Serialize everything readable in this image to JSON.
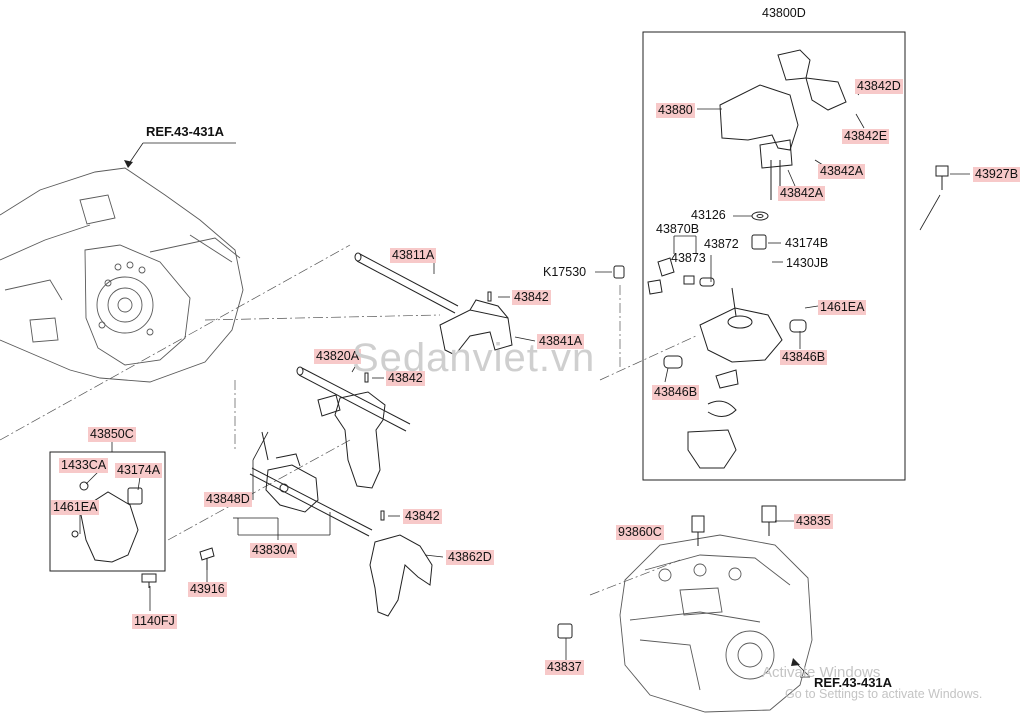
{
  "refs": [
    "REF.43-431A",
    "REF.43-431A"
  ],
  "labels": [
    "43800D",
    "43842D",
    "43880",
    "43842E",
    "43842A",
    "43842A",
    "43927B",
    "43126",
    "43870B",
    "43872",
    "43174B",
    "K17530",
    "43873",
    "1430JB",
    "43811A",
    "43842",
    "1461EA",
    "43841A",
    "43846B",
    "43820A",
    "43842",
    "43846B",
    "43850C",
    "1433CA",
    "43174A",
    "43848D",
    "1461EA",
    "43842",
    "43830A",
    "43862D",
    "93860C",
    "43835",
    "43916",
    "1140FJ",
    "43837"
  ],
  "watermark": "Sedanviet.vn",
  "windows_notice": {
    "title": "Activate Windows",
    "subtitle": "Go to Settings to activate Windows."
  },
  "colors": {
    "label_highlight": "#f7c9c9",
    "line": "#222222",
    "sketch": "#5a5a5a"
  }
}
